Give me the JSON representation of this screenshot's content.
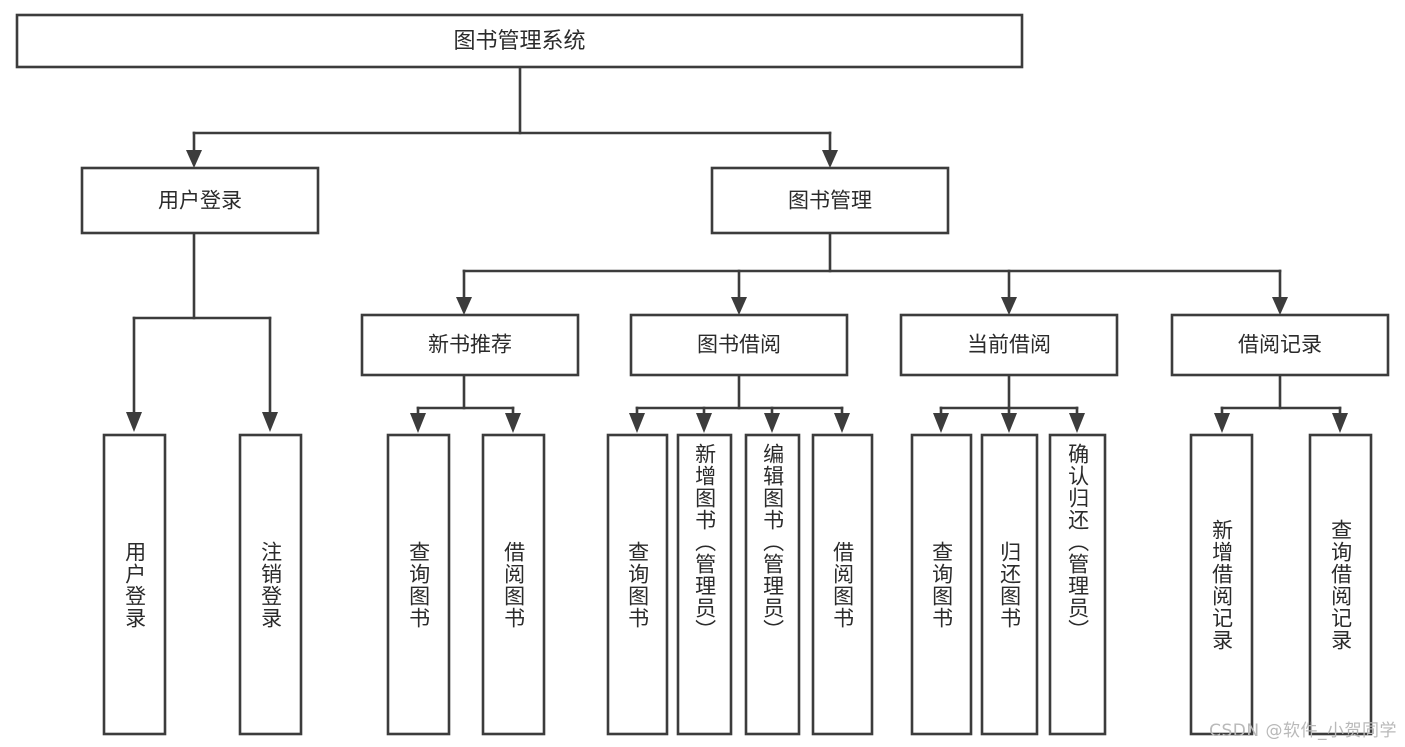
{
  "diagram": {
    "type": "hierarchy-tree",
    "title": "图书管理系统",
    "background_color": "#ffffff",
    "line_color": "#3c3c3c",
    "text_color": "#2b2b2b",
    "levels": {
      "root": {
        "label": "图书管理系统"
      },
      "level2": [
        {
          "label": "用户登录"
        },
        {
          "label": "图书管理"
        }
      ],
      "level3": [
        {
          "label": "新书推荐"
        },
        {
          "label": "图书借阅"
        },
        {
          "label": "当前借阅"
        },
        {
          "label": "借阅记录"
        }
      ],
      "leaves": {
        "user_login": [
          {
            "label": "用户登录"
          },
          {
            "label": "注销登录"
          }
        ],
        "new_book_recommend": [
          {
            "label": "查询图书"
          },
          {
            "label": "借阅图书"
          }
        ],
        "book_borrow": [
          {
            "label": "查询图书"
          },
          {
            "label": "新增图书（管理员）"
          },
          {
            "label": "编辑图书（管理员）"
          },
          {
            "label": "借阅图书"
          }
        ],
        "current_borrow": [
          {
            "label": "查询图书"
          },
          {
            "label": "归还图书"
          },
          {
            "label": "确认归还（管理员）"
          }
        ],
        "borrow_record": [
          {
            "label": "新增借阅记录"
          },
          {
            "label": "查询借阅记录"
          }
        ]
      }
    }
  },
  "watermark": {
    "text": "CSDN @软件_小贺同学"
  }
}
